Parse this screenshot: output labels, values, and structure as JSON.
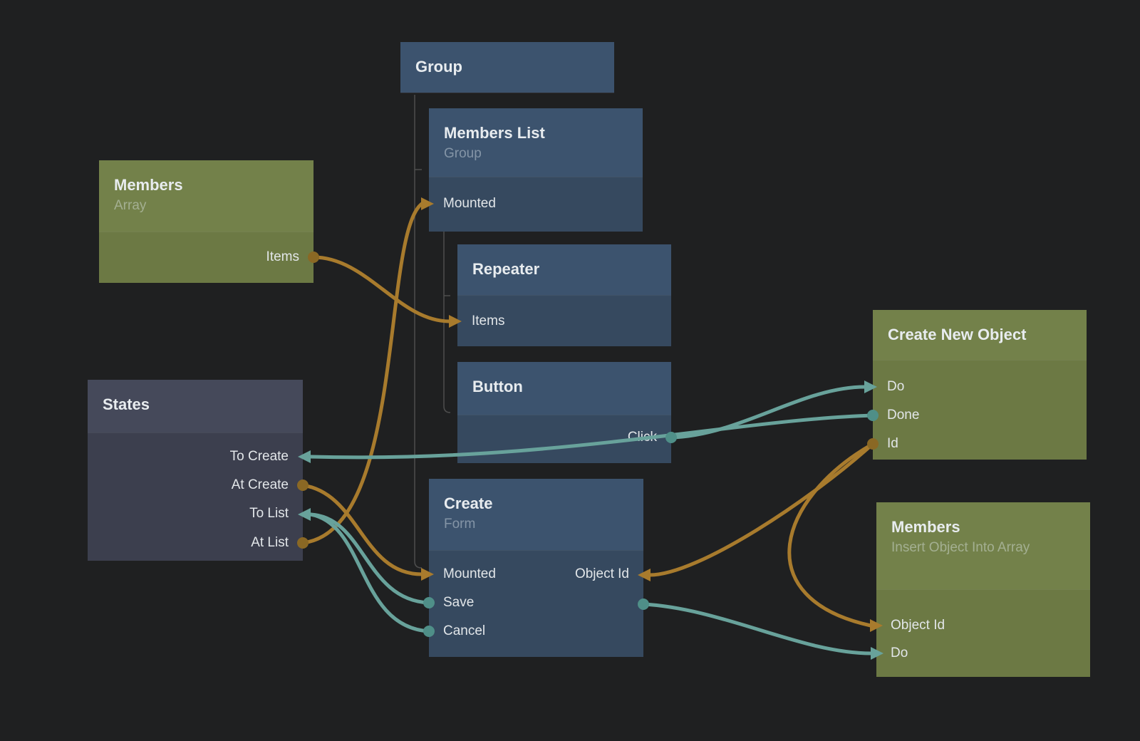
{
  "app": {
    "description": "Visual node graph editor canvas"
  },
  "colors": {
    "bg": "#1f2021",
    "blue_header": "#3c536e",
    "blue_body": "#36495f",
    "green_header": "#73814a",
    "green_body": "#6c7944",
    "gray_header": "#45495a",
    "gray_body": "#3c3f4e",
    "wire_orange": "#a87b2d",
    "dot_orange": "#8a6824",
    "wire_teal": "#68a29b",
    "dot_teal": "#4f8f88",
    "tree_line": "#4e4e4e"
  },
  "nodes": [
    {
      "id": "group",
      "title": "Group",
      "subtitle": "",
      "color": "blue",
      "ports": []
    },
    {
      "id": "members-list",
      "title": "Members List",
      "subtitle": "Group",
      "color": "blue",
      "ports": [
        {
          "label": "Mounted",
          "side": "left",
          "kind": "input"
        }
      ]
    },
    {
      "id": "members-array",
      "title": "Members",
      "subtitle": "Array",
      "color": "green",
      "ports": [
        {
          "label": "Items",
          "side": "right",
          "kind": "output"
        }
      ]
    },
    {
      "id": "repeater",
      "title": "Repeater",
      "subtitle": "",
      "color": "blue",
      "ports": [
        {
          "label": "Items",
          "side": "left",
          "kind": "input"
        }
      ]
    },
    {
      "id": "button",
      "title": "Button",
      "subtitle": "",
      "color": "blue",
      "ports": [
        {
          "label": "Click",
          "side": "right",
          "kind": "output"
        }
      ]
    },
    {
      "id": "states",
      "title": "States",
      "subtitle": "",
      "color": "gray",
      "ports": [
        {
          "label": "To Create",
          "side": "right",
          "kind": "input"
        },
        {
          "label": "At Create",
          "side": "right",
          "kind": "output"
        },
        {
          "label": "To List",
          "side": "right",
          "kind": "input"
        },
        {
          "label": "At List",
          "side": "right",
          "kind": "output"
        }
      ]
    },
    {
      "id": "create-form",
      "title": "Create",
      "subtitle": "Form",
      "color": "blue",
      "ports": [
        {
          "label": "Mounted",
          "side": "left",
          "kind": "input"
        },
        {
          "label": "Save",
          "side": "left",
          "kind": "output"
        },
        {
          "label": "Cancel",
          "side": "left",
          "kind": "output"
        },
        {
          "label": "Object Id",
          "side": "right",
          "kind": "input"
        }
      ]
    },
    {
      "id": "create-new-object",
      "title": "Create New Object",
      "subtitle": "",
      "color": "green",
      "ports": [
        {
          "label": "Do",
          "side": "left",
          "kind": "input"
        },
        {
          "label": "Done",
          "side": "left",
          "kind": "output"
        },
        {
          "label": "Id",
          "side": "left",
          "kind": "output"
        }
      ]
    },
    {
      "id": "members-insert",
      "title": "Members",
      "subtitle": "Insert Object Into Array",
      "color": "green",
      "ports": [
        {
          "label": "Object Id",
          "side": "left",
          "kind": "input"
        },
        {
          "label": "Do",
          "side": "left",
          "kind": "input"
        }
      ]
    }
  ],
  "connections": [
    {
      "from": "members-array.Items",
      "to": "repeater.Items",
      "color": "orange"
    },
    {
      "from": "states.At List",
      "to": "members-list.Mounted",
      "color": "orange"
    },
    {
      "from": "states.At Create",
      "to": "create-form.Mounted",
      "color": "orange"
    },
    {
      "from": "create-form.Save",
      "to": "states.To List",
      "color": "teal"
    },
    {
      "from": "create-form.Cancel",
      "to": "states.To List",
      "color": "teal"
    },
    {
      "from": "button.Click",
      "to": "create-new-object.Do",
      "color": "teal"
    },
    {
      "from": "create-new-object.Done",
      "to": "states.To Create",
      "color": "teal"
    },
    {
      "from": "create-form.Save",
      "to": "members-insert.Do",
      "color": "teal"
    },
    {
      "from": "create-new-object.Id",
      "to": "create-form.Object Id",
      "color": "orange"
    },
    {
      "from": "create-new-object.Id",
      "to": "members-insert.Object Id",
      "color": "orange"
    }
  ],
  "hierarchy": [
    {
      "parent": "group",
      "children": [
        "members-list",
        "create-form"
      ]
    },
    {
      "parent": "members-list",
      "children": [
        "repeater",
        "button"
      ]
    }
  ]
}
